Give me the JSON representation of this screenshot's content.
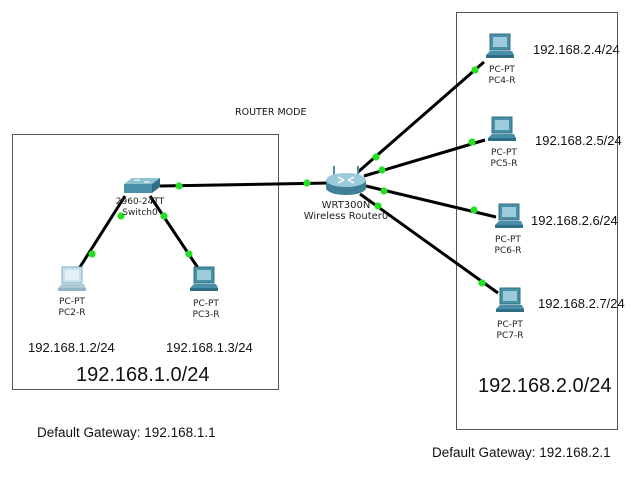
{
  "mode_label": "ROUTER MODE",
  "colors": {
    "link": "#000000",
    "link_up": "#22e022",
    "device": "#4a8fa8"
  },
  "router": {
    "model": "WRT300N",
    "name": "Wireless Router0"
  },
  "switch": {
    "model": "2960-24TT",
    "name": "Switch0"
  },
  "lan1": {
    "network": "192.168.1.0/24",
    "gateway": "Default Gateway: 192.168.1.1",
    "pcs": [
      {
        "type": "PC-PT",
        "name": "PC2-R",
        "ip": "192.168.1.2/24"
      },
      {
        "type": "PC-PT",
        "name": "PC3-R",
        "ip": "192.168.1.3/24"
      }
    ]
  },
  "lan2": {
    "network": "192.168.2.0/24",
    "gateway": "Default Gateway: 192.168.2.1",
    "pcs": [
      {
        "type": "PC-PT",
        "name": "PC4-R",
        "ip": "192.168.2.4/24"
      },
      {
        "type": "PC-PT",
        "name": "PC5-R",
        "ip": "192.168.2.5/24"
      },
      {
        "type": "PC-PT",
        "name": "PC6-R",
        "ip": "192.168.2.6/24"
      },
      {
        "type": "PC-PT",
        "name": "PC7-R",
        "ip": "192.168.2.7/24"
      }
    ]
  }
}
